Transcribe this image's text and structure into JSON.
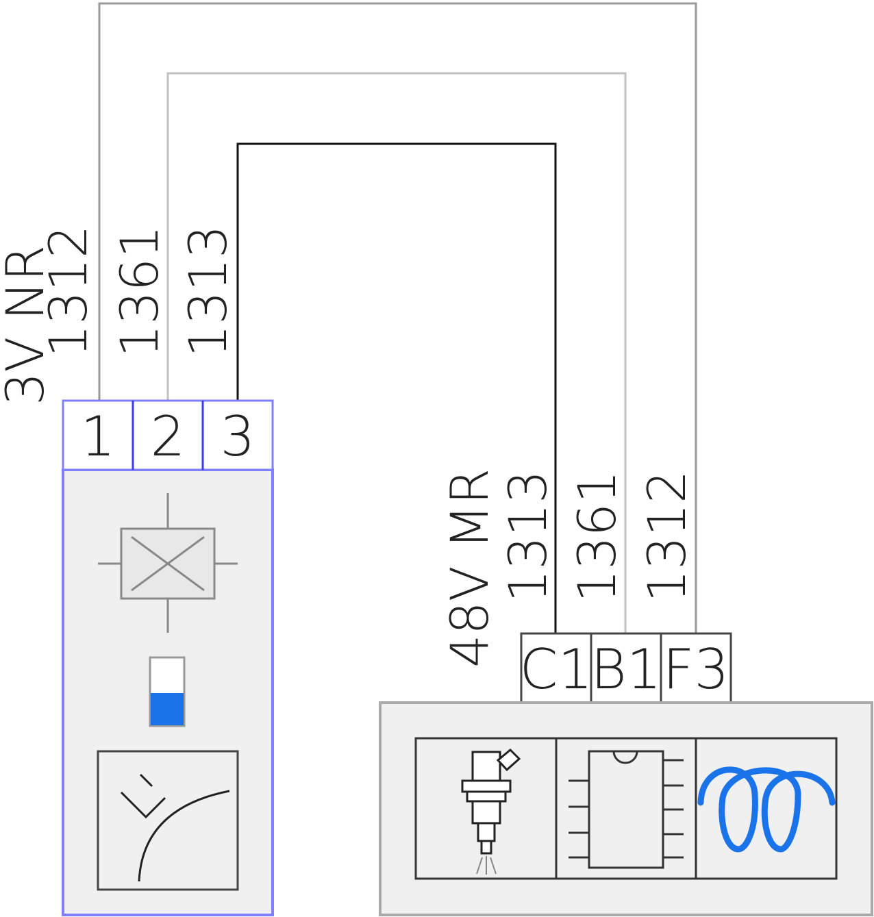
{
  "colors": {
    "wire_grey": "#9a9a9a",
    "wire_black": "#111111",
    "left_outline": "#7f7fff",
    "pin_divider": "#3a3aff",
    "box_fill": "#f0f0f0",
    "accent_blue": "#1a73e8"
  },
  "left_component": {
    "label_lines": [
      "3V  NR",
      "1312"
    ],
    "wire_labels": [
      "1361",
      "1313"
    ],
    "pins": [
      "1",
      "2",
      "3"
    ],
    "icons": [
      "junction-box-icon",
      "level-gauge-icon",
      "gauge-dial-icon"
    ]
  },
  "right_component": {
    "label_lines": [
      "48V  MR",
      "1313"
    ],
    "wire_labels": [
      "1361",
      "1312"
    ],
    "pins": [
      "C1",
      "B1",
      "F3"
    ],
    "icons": [
      "injector-icon",
      "chip-icon",
      "coil-icon"
    ]
  }
}
